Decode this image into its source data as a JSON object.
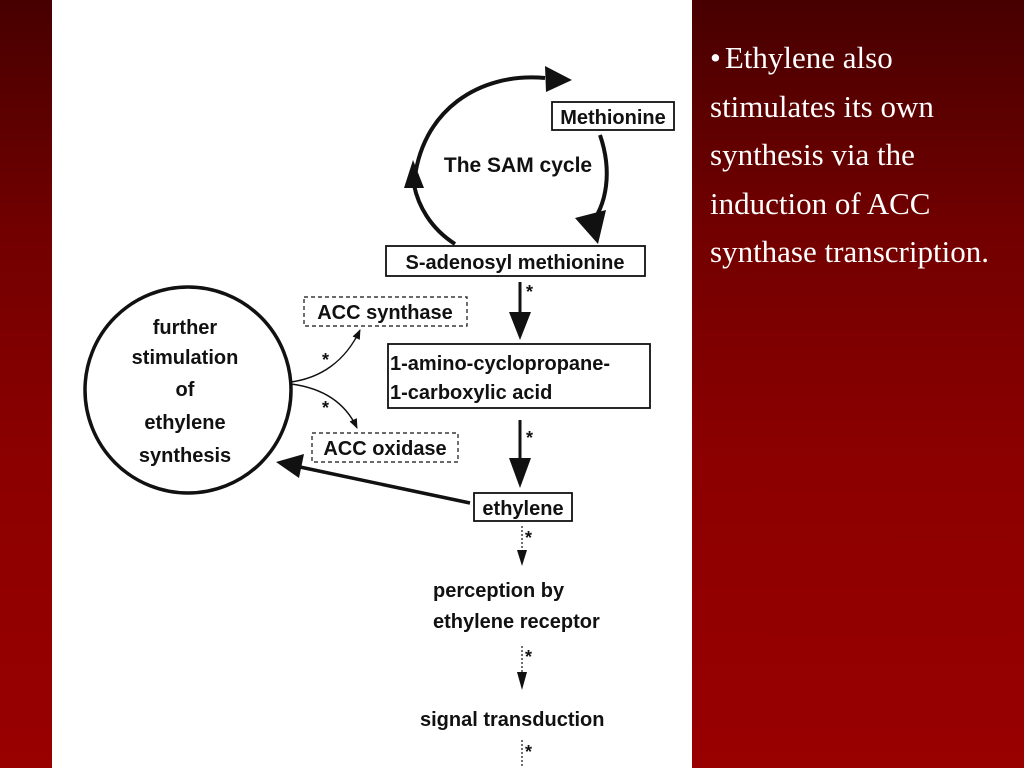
{
  "slide": {
    "bullet_marker": "•",
    "bullet": "Ethylene also stimulates its own synthesis via the induction of ACC synthase transcription."
  },
  "diagram": {
    "methionine": "Methionine",
    "sam_cycle": "The SAM cycle",
    "sam": "S-adenosyl methionine",
    "acc_line1": "1-amino-cyclopropane-",
    "acc_line2": "1-carboxylic acid",
    "acc_synthase": "ACC synthase",
    "acc_oxidase": "ACC oxidase",
    "ethylene": "ethylene",
    "circle_lines": [
      "further",
      "stimulation",
      "of",
      "ethylene",
      "synthesis"
    ],
    "perception_line1": "perception by",
    "perception_line2": "ethylene receptor",
    "signal": "signal transduction",
    "asterisk": "*"
  },
  "colors": {
    "background_top": "#470000",
    "background_bottom": "#990000",
    "panel": "#ffffff",
    "text_light": "#ffffff",
    "ink": "#111111"
  }
}
